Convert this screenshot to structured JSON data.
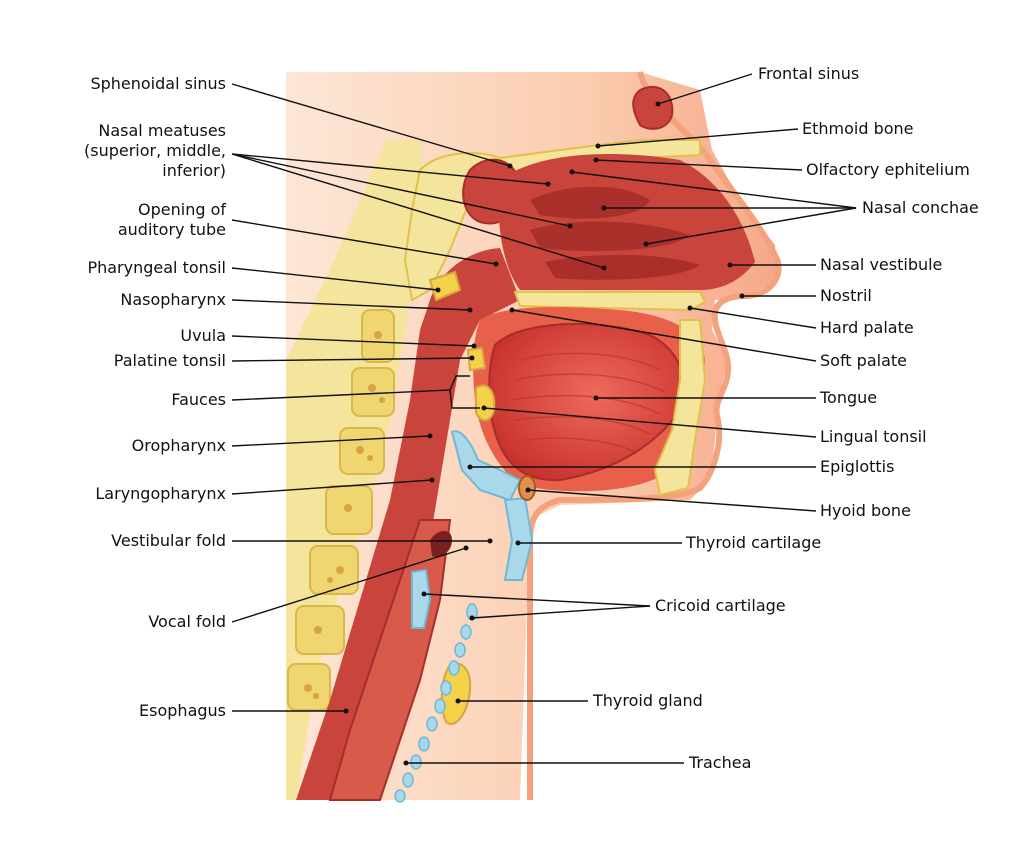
{
  "diagram": {
    "labels_left": [
      {
        "id": "sphenoidal-sinus",
        "text": "Sphenoidal sinus"
      },
      {
        "id": "nasal-meatuses",
        "text": "Nasal meatuses\n(superior, middle,\ninferior)"
      },
      {
        "id": "opening-auditory-tube",
        "text": "Opening of\nauditory tube"
      },
      {
        "id": "pharyngeal-tonsil",
        "text": "Pharyngeal tonsil"
      },
      {
        "id": "nasopharynx",
        "text": "Nasopharynx"
      },
      {
        "id": "uvula",
        "text": "Uvula"
      },
      {
        "id": "palatine-tonsil",
        "text": "Palatine tonsil"
      },
      {
        "id": "fauces",
        "text": "Fauces"
      },
      {
        "id": "oropharynx",
        "text": "Oropharynx"
      },
      {
        "id": "laryngopharynx",
        "text": "Laryngopharynx"
      },
      {
        "id": "vestibular-fold",
        "text": "Vestibular fold"
      },
      {
        "id": "vocal-fold",
        "text": "Vocal fold"
      },
      {
        "id": "esophagus",
        "text": "Esophagus"
      }
    ],
    "labels_right": [
      {
        "id": "frontal-sinus",
        "text": "Frontal sinus"
      },
      {
        "id": "ethmoid-bone",
        "text": "Ethmoid bone"
      },
      {
        "id": "olfactory-epithelium",
        "text": "Olfactory ephitelium"
      },
      {
        "id": "nasal-conchae",
        "text": "Nasal conchae"
      },
      {
        "id": "nasal-vestibule",
        "text": "Nasal vestibule"
      },
      {
        "id": "nostril",
        "text": "Nostril"
      },
      {
        "id": "hard-palate",
        "text": "Hard palate"
      },
      {
        "id": "soft-palate",
        "text": "Soft palate"
      },
      {
        "id": "tongue",
        "text": "Tongue"
      },
      {
        "id": "lingual-tonsil",
        "text": "Lingual tonsil"
      },
      {
        "id": "epiglottis",
        "text": "Epiglottis"
      },
      {
        "id": "hyoid-bone",
        "text": "Hyoid bone"
      },
      {
        "id": "thyroid-cartilage",
        "text": "Thyroid cartilage"
      },
      {
        "id": "cricoid-cartilage",
        "text": "Cricoid cartilage"
      },
      {
        "id": "thyroid-gland",
        "text": "Thyroid gland"
      },
      {
        "id": "trachea",
        "text": "Trachea"
      }
    ],
    "colors": {
      "skin_light": "#fde4d3",
      "skin": "#f9b896",
      "muscle": "#c9443a",
      "muscle_dark": "#a62e2a",
      "cavity": "#e8604a",
      "tongue": "#e0473f",
      "bone": "#f3df8a",
      "bone_dark": "#e0c24a",
      "cartilage": "#a8d8ea",
      "cartilage_dark": "#6fb9d6",
      "leader": "#111111"
    }
  }
}
